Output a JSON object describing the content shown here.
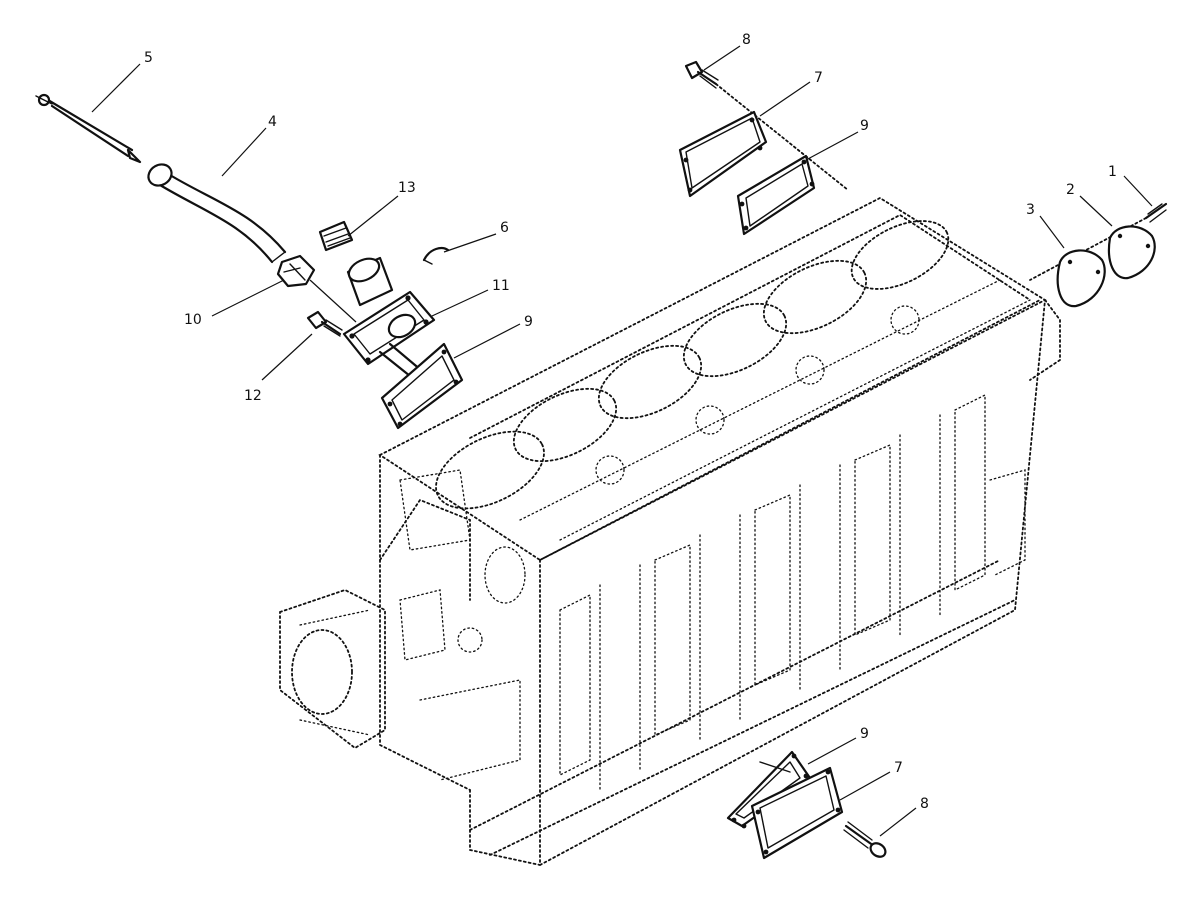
{
  "callouts": [
    {
      "id": "c5a",
      "text": "5"
    },
    {
      "id": "c4",
      "text": "4"
    },
    {
      "id": "c13",
      "text": "13"
    },
    {
      "id": "c6",
      "text": "6"
    },
    {
      "id": "c11",
      "text": "11"
    },
    {
      "id": "c9a",
      "text": "9"
    },
    {
      "id": "c10",
      "text": "10"
    },
    {
      "id": "c12",
      "text": "12"
    },
    {
      "id": "c8a",
      "text": "8"
    },
    {
      "id": "c7a",
      "text": "7"
    },
    {
      "id": "c9b",
      "text": "9"
    },
    {
      "id": "c1",
      "text": "1"
    },
    {
      "id": "c2",
      "text": "2"
    },
    {
      "id": "c3",
      "text": "3"
    },
    {
      "id": "c9c",
      "text": "9"
    },
    {
      "id": "c7b",
      "text": "7"
    },
    {
      "id": "c8b",
      "text": "8"
    }
  ],
  "colors": {
    "ink": "#111111",
    "paper": "#ffffff"
  }
}
